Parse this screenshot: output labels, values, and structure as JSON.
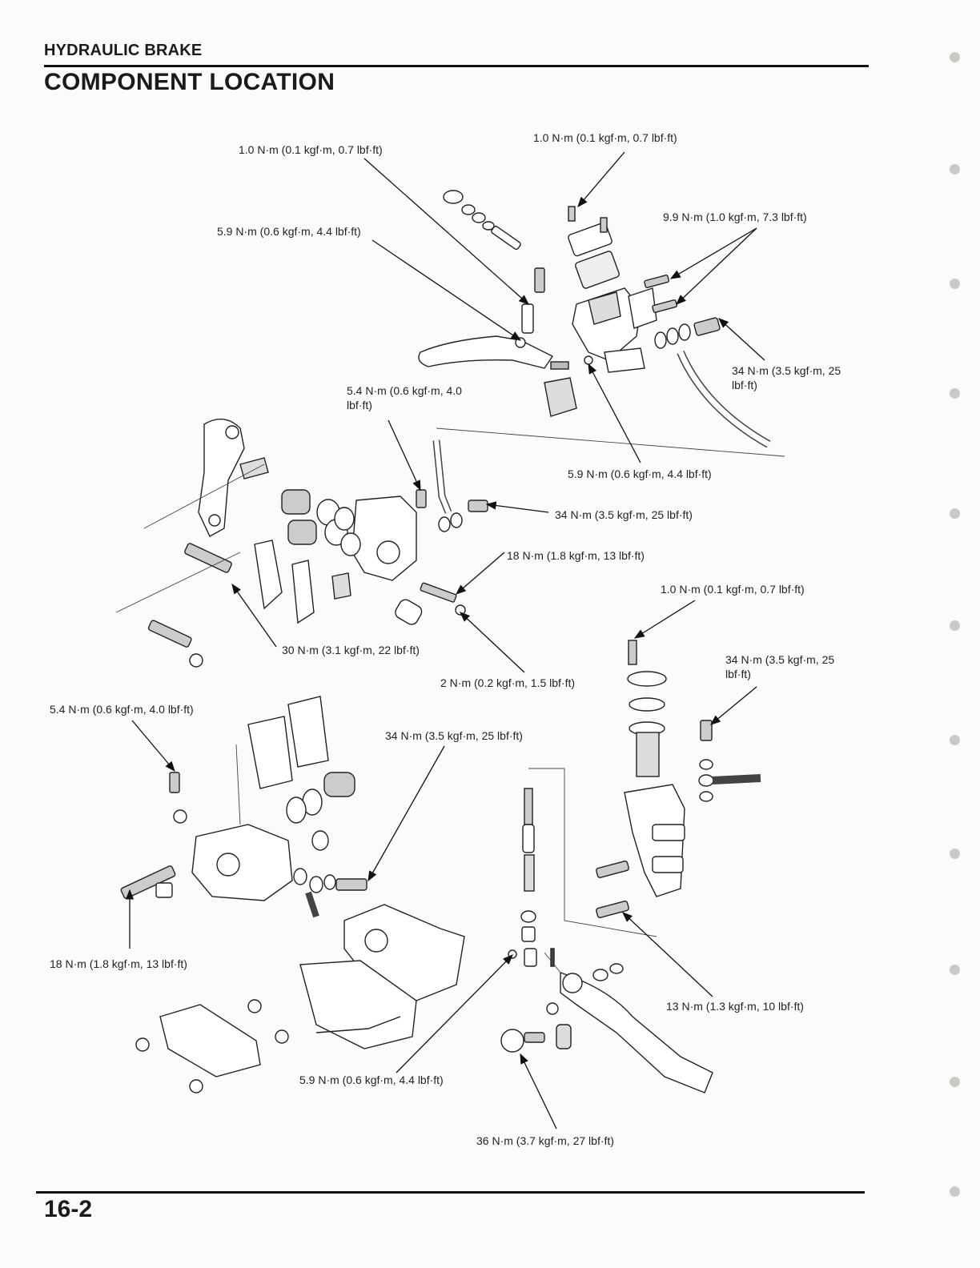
{
  "header": {
    "section": "HYDRAULIC BRAKE",
    "title": "COMPONENT LOCATION"
  },
  "footer": {
    "page_number": "16-2"
  },
  "labels": {
    "fr_screw_left": "1.0 N·m (0.1 kgf·m, 0.7 lbf·ft)",
    "fr_screw_right": "1.0 N·m (0.1 kgf·m, 0.7 lbf·ft)",
    "lever_pivot_bolt": "5.9 N·m (0.6 kgf·m, 4.4 lbf·ft)",
    "holder_bolts": "9.9 N·m (1.0 kgf·m, 7.3 lbf·ft)",
    "master_oil_bolt": "34 N·m (3.5 kgf·m, 25 lbf·ft)",
    "fr_bleed_valve": "5.4 N·m (0.6 kgf·m, 4.0 lbf·ft)",
    "lever_pivot_nut": "5.9 N·m (0.6 kgf·m, 4.4 lbf·ft)",
    "fr_caliper_oil_bolt": "34 N·m (3.5 kgf·m, 25 lbf·ft)",
    "fr_pad_pin": "18 N·m (1.8 kgf·m, 13 lbf·ft)",
    "fr_caliper_bolt": "30 N·m (3.1 kgf·m, 22 lbf·ft)",
    "fr_pad_pin_plug": "2 N·m (0.2 kgf·m, 1.5 lbf·ft)",
    "rr_reservoir_screw": "1.0 N·m (0.1 kgf·m, 0.7 lbf·ft)",
    "rr_master_oil_bolt": "34 N·m (3.5 kgf·m, 25 lbf·ft)",
    "rr_bleed_valve": "5.4 N·m (0.6 kgf·m, 4.0 lbf·ft)",
    "rr_caliper_oil_bolt": "34 N·m (3.5 kgf·m, 25 lbf·ft)",
    "rr_pad_pin": "18 N·m (1.8 kgf·m, 13 lbf·ft)",
    "rr_master_mount_bolt": "13 N·m (1.3 kgf·m, 10 lbf·ft)",
    "rr_pushrod_nut": "5.9 N·m (0.6 kgf·m, 4.4 lbf·ft)",
    "pedal_pivot_bolt": "36 N·m (3.7 kgf·m, 27 lbf·ft)"
  }
}
